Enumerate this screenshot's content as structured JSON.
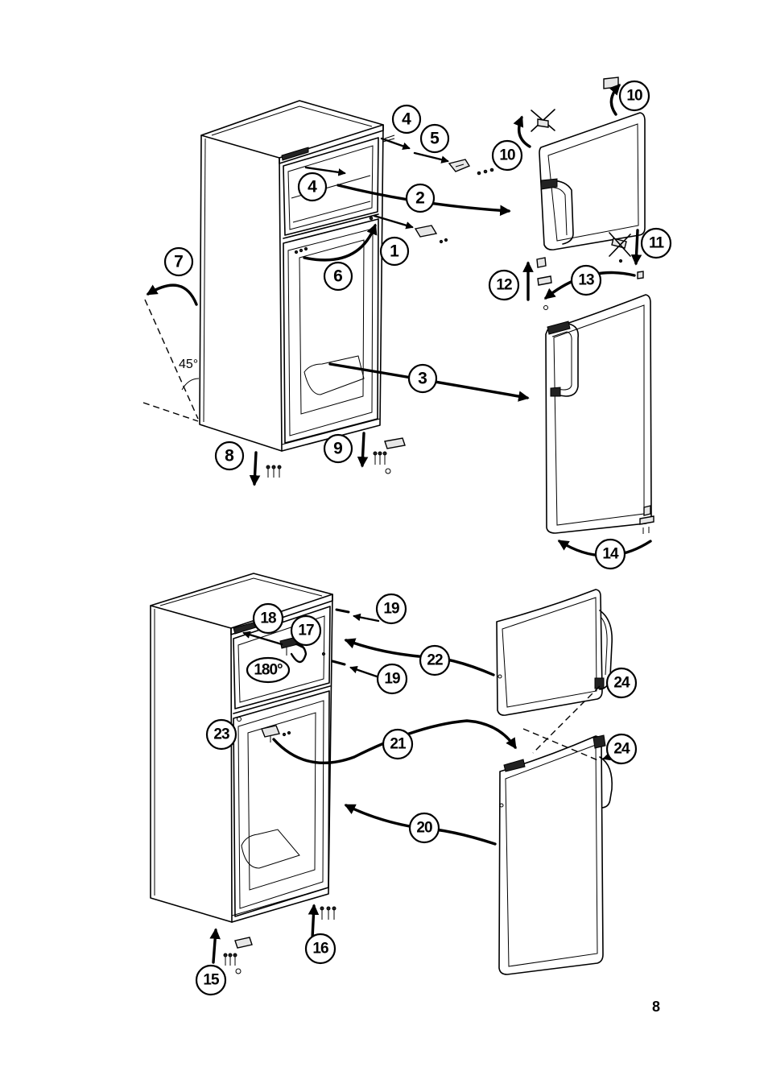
{
  "page_number": "8",
  "top": {
    "steps": [
      "4",
      "5",
      "10",
      "10",
      "4",
      "2",
      "1",
      "11",
      "7",
      "6",
      "12",
      "13",
      "3",
      "8",
      "9",
      "14"
    ],
    "angle": "45°"
  },
  "bottom": {
    "steps": [
      "18",
      "19",
      "17",
      "22",
      "19",
      "24",
      "23",
      "21",
      "24",
      "20",
      "16",
      "15"
    ],
    "angle": "180°"
  }
}
